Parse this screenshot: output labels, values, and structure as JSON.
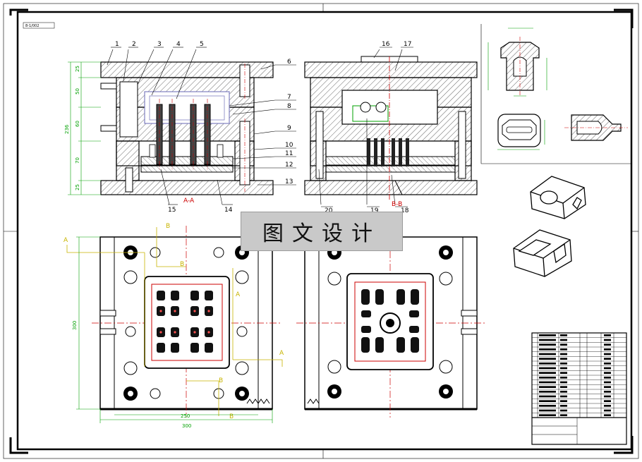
{
  "drawing_code": "8-1/002",
  "stamp_text": "图文设计",
  "section_labels": {
    "aa": "A-A",
    "bb": "B-B"
  },
  "part_numbers": [
    "1",
    "2",
    "3",
    "4",
    "5",
    "6",
    "7",
    "8",
    "9",
    "10",
    "11",
    "12",
    "13",
    "14",
    "15",
    "16",
    "17",
    "18",
    "19",
    "20"
  ],
  "left_dims": [
    "25",
    "50",
    "60",
    "70",
    "25",
    "236"
  ],
  "plan_dims": {
    "height": "300",
    "inner_width": "250",
    "outer_width": "300"
  },
  "cut_markers": {
    "a": "A",
    "b": "B"
  },
  "title_block_rows": 18,
  "colors": {
    "outline": "#000000",
    "dimension": "#00a000",
    "centerline": "#cc0000",
    "cut_plane": "#c8b400",
    "component": "#8080c0",
    "stamp_bg": "#c9c9c9"
  }
}
